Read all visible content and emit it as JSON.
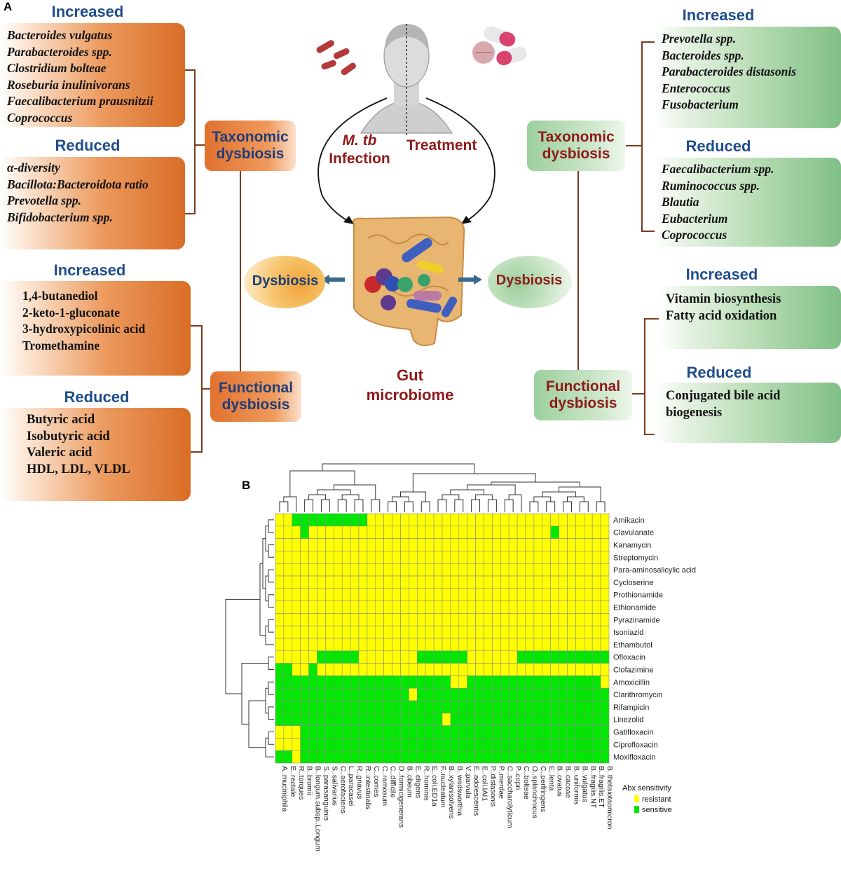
{
  "panel_a": {
    "letter": "A",
    "left": {
      "taxonomic": {
        "label_line1": "Taxonomic",
        "label_line2": "dysbiosis",
        "increased_header": "Increased",
        "increased": [
          "Bacteroides vulgatus",
          "Parabacteroides spp.",
          "Clostridium bolteae",
          "Roseburia inulinivorans",
          "Faecalibacterium prausnitzii",
          "Coprococcus"
        ],
        "reduced_header": "Reduced",
        "reduced": [
          "α-diversity",
          "Bacillota:Bacteroidota ratio",
          "Prevotella spp.",
          "Bifidobacterium spp."
        ]
      },
      "functional": {
        "label_line1": "Functional",
        "label_line2": "dysbiosis",
        "increased_header": "Increased",
        "increased": [
          "1,4-butanediol",
          "2-keto-1-gluconate",
          "3-hydroxypicolinic acid",
          "Tromethamine"
        ],
        "reduced_header": "Reduced",
        "reduced": [
          "Butyric acid",
          "Isobutyric acid",
          "Valeric acid",
          "HDL, LDL, VLDL"
        ]
      }
    },
    "center": {
      "infection_line1": "M. tb",
      "infection_line2": "Infection",
      "treatment": "Treatment",
      "dysbiosis_left": "Dysbiosis",
      "dysbiosis_right": "Dysbiosis",
      "gut_line1": "Gut",
      "gut_line2": "microbiome"
    },
    "right": {
      "taxonomic": {
        "label_line1": "Taxonomic",
        "label_line2": "dysbiosis",
        "increased_header": "Increased",
        "increased": [
          "Prevotella spp.",
          "Bacteroides spp.",
          "Parabacteroides distasonis",
          "Enterococcus",
          "Fusobacterium"
        ],
        "reduced_header": "Reduced",
        "reduced": [
          "Faecalibacterium spp.",
          "Ruminococcus spp.",
          "Blautia",
          "Eubacterium",
          "Coprococcus"
        ]
      },
      "functional": {
        "label_line1": "Functional",
        "label_line2": "dysbiosis",
        "increased_header": "Increased",
        "increased": [
          "Vitamin biosynthesis",
          "Fatty acid oxidation"
        ],
        "reduced_header": "Reduced",
        "reduced": [
          "Conjugated bile acid",
          "biogenesis"
        ]
      }
    }
  },
  "panel_b": {
    "letter": "B",
    "legend_title": "Abx sensitivity",
    "legend_items": [
      {
        "label": "resistant",
        "color": "#ffff00"
      },
      {
        "label": "sensitive",
        "color": "#00e800"
      }
    ]
  },
  "chart_data": {
    "type": "heatmap",
    "columns": [
      "A..muciniphila",
      "E..rectale",
      "R..torques",
      "B..bromii",
      "B..longum.subsp..Longum",
      "S..parasanguinis",
      "S..salivarius",
      "C..aerofaciens",
      "L..paracasei",
      "R..gnavus",
      "R..intestinalis",
      "C..comes",
      "C..ramosum",
      "C..difficile",
      "D..formicigenerans",
      "B..obeum",
      "E..eligens",
      "R..hominis",
      "E..coli.ED1a",
      "F..nucleatum",
      "B..xylanisolvens",
      "B..wadsworthia",
      "V..parvula",
      "E..adolescentis",
      "E..coli.IAI1",
      "P..distasonis",
      "P..merdae",
      "C..saccharolyticum",
      "P..copri",
      "C..bolteae",
      "O..splanchnicus",
      "C..perfringens",
      "E..lenta",
      "B..ovatus",
      "B..caccae",
      "B..uniformis",
      "B..vulgatus",
      "B..fragilis.NT",
      "B..fragilis.ET",
      "B..thetaiotaomicron"
    ],
    "rows": [
      "Amikacin",
      "Clavulanate",
      "Kanamycin",
      "Streptomycin",
      "Para-aminosalicylic acid",
      "Cycloserine",
      "Prothionamide",
      "Ethionamide",
      "Pyrazinamide",
      "Isoniazid",
      "Ethambutol",
      "Ofloxacin",
      "Clofazimine",
      "Amoxicillin",
      "Clarithromycin",
      "Rifampicin",
      "Linezolid",
      "Gatifloxacin",
      "Ciprofloxacin",
      "Moxifloxacin"
    ],
    "values_legend": {
      "0": "resistant",
      "1": "sensitive"
    },
    "values": [
      "0011111111100000000000000000000000000000",
      "0001000000000000000000000000000001000000",
      "0000000000000000000000000000000000000000",
      "0000000000000000000000000000000000000000",
      "0000000000000000000000000000000000000000",
      "0000000000000000000000000000000000000000",
      "0000000000000000000000000000000000000000",
      "0000000000000000000000000000000000000000",
      "0000000000000000000000000000000000000000",
      "0000000000000000000000000000000000000000",
      "0000000000000000000000000000000000000000",
      "0000011111000000011111100000011111111111",
      "1100100000000000000000000000000000000000",
      "1111111111111111111110011111111111111110",
      "1111111111111111011111111111111111111111",
      "1111111111111111111111111111111111111111",
      "1111111111111111111101111111111111111111",
      "0001111111111111111111111111111111111111",
      "0001111111111111111111111111111111111111",
      "1101111111111111111111111111111111111111"
    ]
  }
}
